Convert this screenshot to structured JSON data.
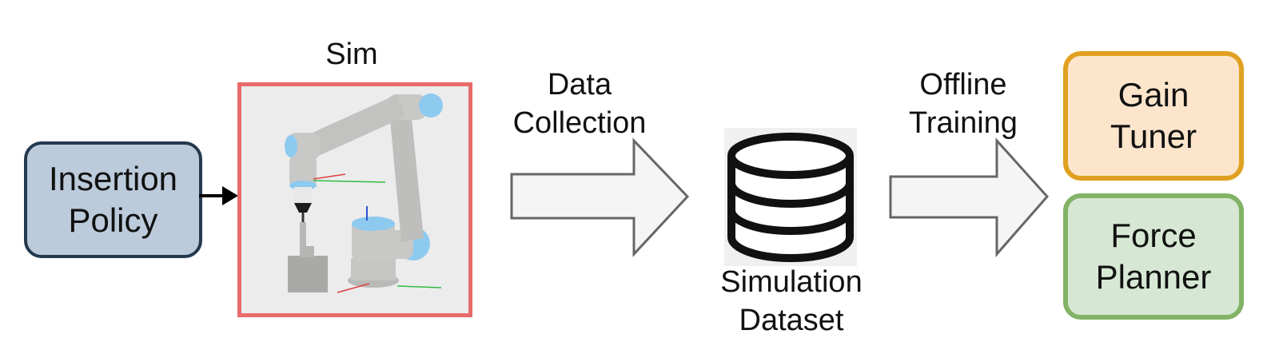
{
  "sim": {
    "title": "Sim"
  },
  "policy": {
    "line1": "Insertion",
    "line2": "Policy"
  },
  "data_collection": {
    "line1": "Data",
    "line2": "Collection"
  },
  "dataset": {
    "line1": "Simulation",
    "line2": "Dataset"
  },
  "offline_training": {
    "line1": "Offline",
    "line2": "Training"
  },
  "gain_tuner": {
    "line1": "Gain",
    "line2": "Tuner"
  },
  "force_planner": {
    "line1": "Force",
    "line2": "Planner"
  },
  "colors": {
    "policy_fill": "#bccbdb",
    "policy_border": "#23394f",
    "sim_border": "#e86b6b",
    "gain_fill": "#fde5cc",
    "gain_border": "#e0a020",
    "force_fill": "#d6e8d3",
    "force_border": "#82b366",
    "arrow_fill": "#f5f5f5",
    "arrow_stroke": "#666666",
    "robot_joint": "#8ec9ef",
    "robot_body": "#c8c8c6"
  }
}
